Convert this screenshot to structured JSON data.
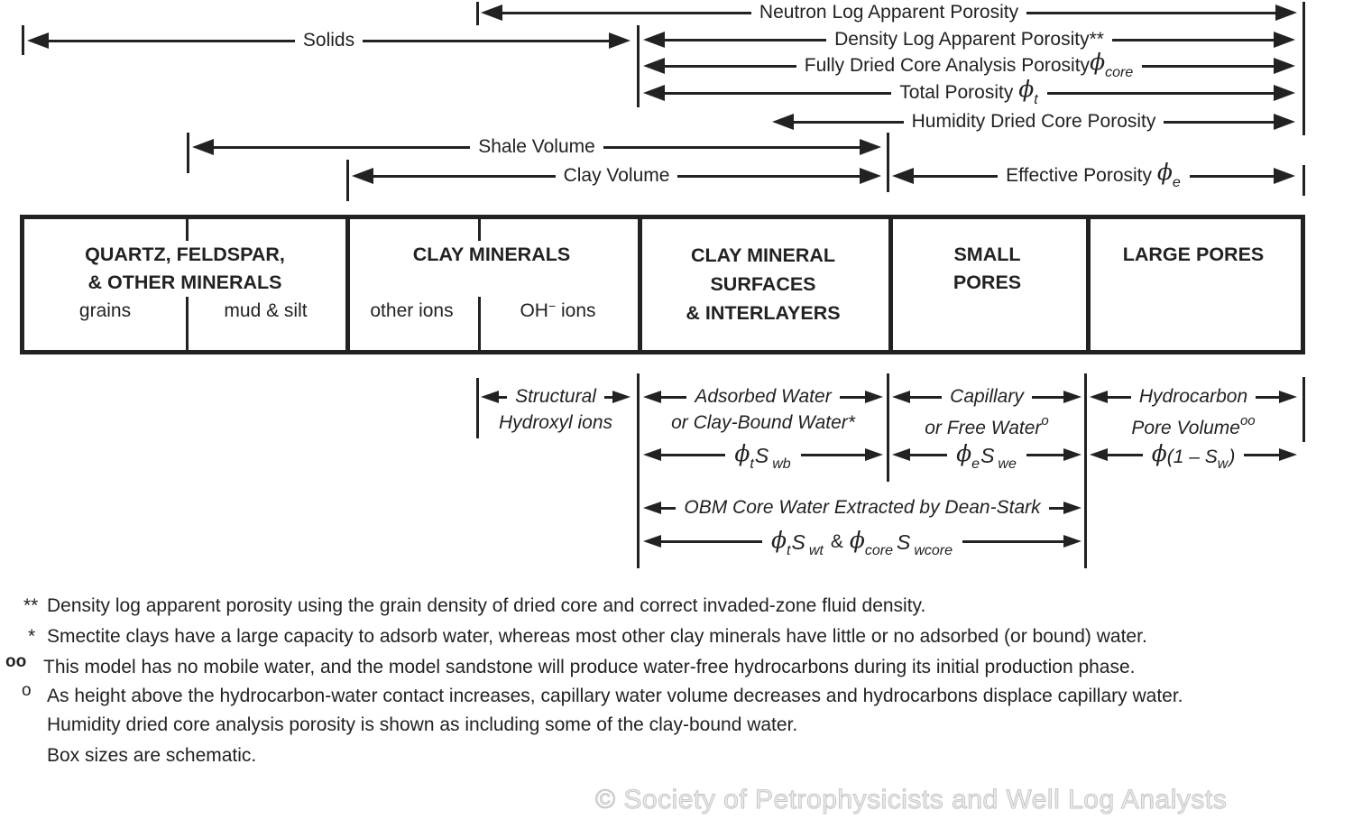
{
  "colors": {
    "ink": "#222222",
    "watermark_outline": "#c6c6c6"
  },
  "top_arrows": {
    "neutron": "Neutron Log Apparent Porosity",
    "solids": "Solids",
    "density": "Density Log Apparent Porosity**",
    "fully_dried": {
      "text": "Fully Dried Core Analysis Porosity",
      "phi": "ϕ",
      "sub": "core"
    },
    "total": {
      "text": "Total Porosity",
      "phi": "ϕ",
      "sub": "t"
    },
    "humidity": "Humidity Dried Core Porosity",
    "shale": "Shale Volume",
    "clay": "Clay Volume",
    "effective": {
      "text": "Effective Porosity",
      "phi": "ϕ",
      "sub": "e"
    }
  },
  "boxes": {
    "minerals": {
      "title1": "QUARTZ, FELDSPAR,",
      "title2": "& OTHER MINERALS",
      "sub_left": "grains",
      "sub_right": "mud & silt"
    },
    "clay_minerals": {
      "title": "CLAY MINERALS",
      "sub_left": "other ions",
      "oh_base": "OH",
      "oh_sup": "−",
      "oh_rest": "ions"
    },
    "surfaces": {
      "line1": "CLAY MINERAL",
      "line2": "SURFACES",
      "line3": "& INTERLAYERS"
    },
    "small_pores": {
      "line1": "SMALL",
      "line2": "PORES"
    },
    "large_pores": {
      "line1": "LARGE PORES"
    }
  },
  "lower_arrows": {
    "structural": {
      "line1": "Structural",
      "line2": "Hydroxyl ions"
    },
    "adsorbed": {
      "line1": "Adsorbed Water",
      "line2": "or Clay-Bound Water*"
    },
    "capillary": {
      "line1": "Capillary",
      "line2": "or Free Water",
      "sup": "o"
    },
    "hydrocarbon": {
      "line1": "Hydrocarbon",
      "line2": "Pore Volume",
      "sup": "oo"
    },
    "phi_t_swb": {
      "phi": "ϕ",
      "phisub": "t",
      "s": "S",
      "ssub": "wb"
    },
    "phi_e_swe": {
      "phi": "ϕ",
      "phisub": "e",
      "s": "S",
      "ssub": "we"
    },
    "phi_1_sw": {
      "phi": "ϕ",
      "open": "(1 – S",
      "sub": "w",
      "close": ")"
    },
    "obm": "OBM Core Water Extracted by Dean-Stark",
    "dean": {
      "phi1": "ϕ",
      "sub1": "t",
      "s1": "S",
      "sub2": "wt",
      "amp": "&",
      "phi2": "ϕ",
      "sub3": "core",
      "s2": "S",
      "sub4": "wcore"
    }
  },
  "footnotes": [
    {
      "marker": "**",
      "text": "Density log apparent porosity using the grain density of dried core and correct invaded-zone fluid density."
    },
    {
      "marker": "*",
      "text": "Smectite clays have a large capacity to adsorb water, whereas most other clay minerals have little or no adsorbed (or bound) water."
    },
    {
      "marker": "oo",
      "text": "This model has no mobile water, and the model sandstone will produce water-free hydrocarbons during its initial production phase."
    },
    {
      "marker": "o",
      "text": "As height above the hydrocarbon-water contact increases, capillary water volume decreases and hydrocarbons displace capillary water."
    },
    {
      "marker": "",
      "text": "Humidity dried core analysis porosity is shown as including some of the clay-bound water."
    },
    {
      "marker": "",
      "text": "Box sizes are schematic."
    }
  ],
  "watermark": "© Society of Petrophysicists and Well Log Analysts"
}
